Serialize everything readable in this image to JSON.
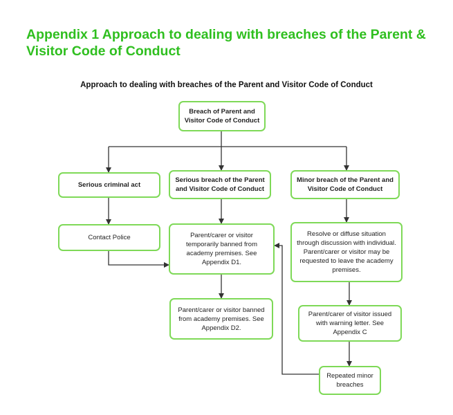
{
  "heading": "Appendix 1 Approach to dealing with breaches of the Parent & Visitor Code of Conduct",
  "diagram": {
    "title": "Approach to dealing with breaches of the Parent and Visitor Code of Conduct",
    "nodes": {
      "root": "Breach of Parent and Visitor Code of Conduct",
      "criminal": "Serious criminal act",
      "serious": "Serious breach of the Parent and Visitor Code of Conduct",
      "minor": "Minor breach of the Parent and Visitor Code of Conduct",
      "police": "Contact Police",
      "temp_ban": "Parent/carer or visitor temporarily banned from academy premises. See Appendix D1.",
      "resolve": "Resolve or diffuse situation through discussion with individual. Parent/carer or visitor may be requested to leave the academy premises.",
      "ban": "Parent/carer or visitor banned from academy premises. See Appendix D2.",
      "warning": "Parent/carer of visitor issued with warning letter. See Appendix C",
      "repeated": "Repeated minor breaches"
    },
    "edges": [
      [
        "root",
        "criminal"
      ],
      [
        "root",
        "serious"
      ],
      [
        "root",
        "minor"
      ],
      [
        "criminal",
        "police"
      ],
      [
        "serious",
        "temp_ban"
      ],
      [
        "minor",
        "resolve"
      ],
      [
        "police",
        "temp_ban"
      ],
      [
        "temp_ban",
        "ban"
      ],
      [
        "resolve",
        "warning"
      ],
      [
        "warning",
        "repeated"
      ],
      [
        "repeated",
        "temp_ban"
      ]
    ],
    "colors": {
      "box_border": "#7ed957",
      "heading": "#2fbf1f",
      "connector": "#333333"
    }
  }
}
